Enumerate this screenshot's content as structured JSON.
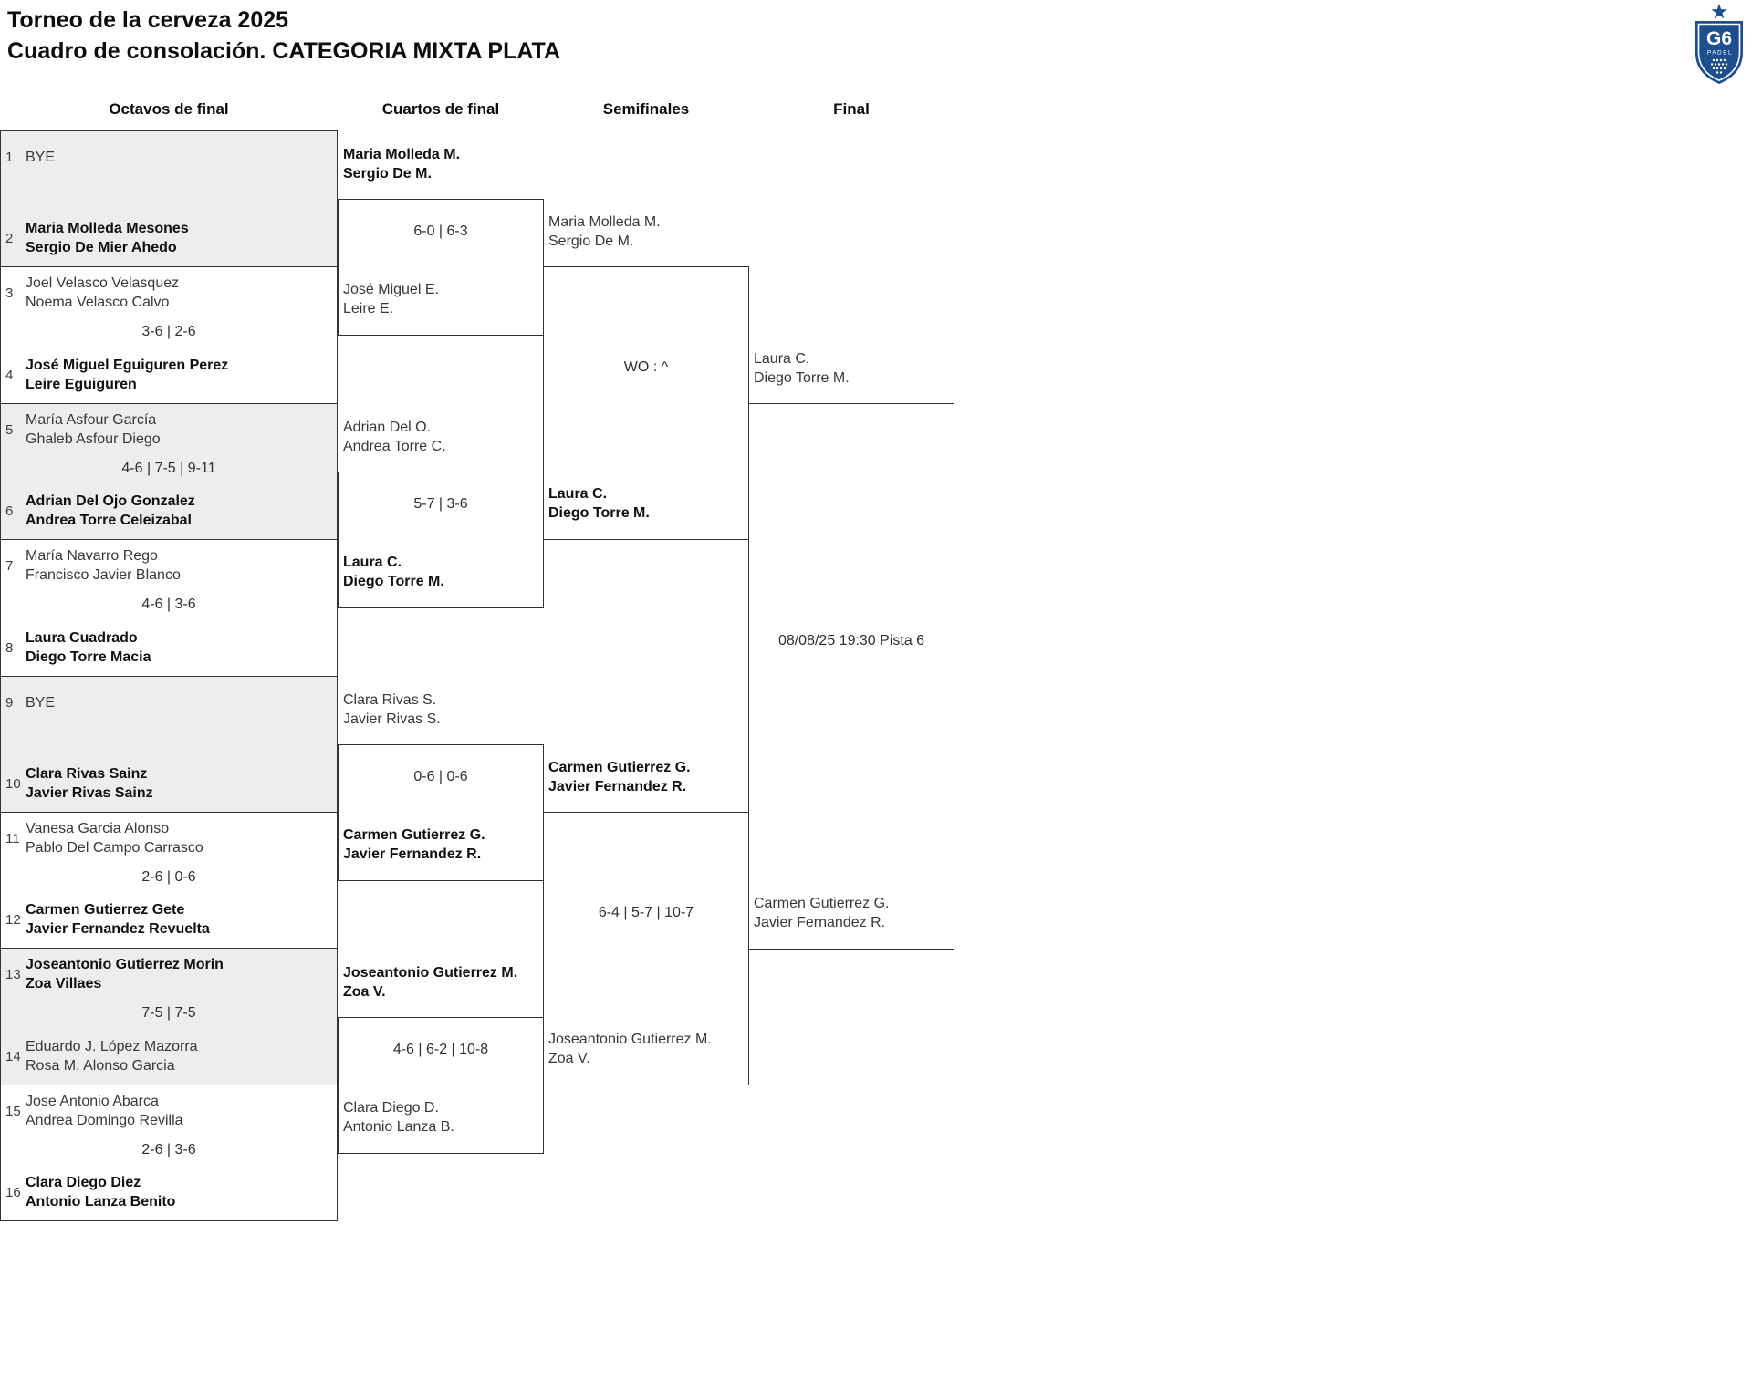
{
  "title": {
    "line1": "Torneo de la cerveza 2025",
    "line2": "Cuadro de consolación. CATEGORIA MIXTA PLATA"
  },
  "logo": {
    "monogram": "G6",
    "wordmark": "PADEL",
    "shield_color": "#1d4e8e"
  },
  "rounds": {
    "octavos": {
      "header": "Octavos de final",
      "matches": [
        {
          "seed_top": "1",
          "team_top": [
            "BYE",
            ""
          ],
          "top_bold": false,
          "score": "",
          "seed_bottom": "2",
          "team_bottom": [
            "Maria Molleda Mesones",
            "Sergio De Mier Ahedo"
          ],
          "bottom_bold": true
        },
        {
          "seed_top": "3",
          "team_top": [
            "Joel Velasco Velasquez",
            "Noema Velasco Calvo"
          ],
          "top_bold": false,
          "score": "3-6 | 2-6",
          "seed_bottom": "4",
          "team_bottom": [
            "José Miguel Eguiguren Perez",
            "Leire Eguiguren"
          ],
          "bottom_bold": true
        },
        {
          "seed_top": "5",
          "team_top": [
            "María Asfour García",
            "Ghaleb Asfour Diego"
          ],
          "top_bold": false,
          "score": "4-6 | 7-5 | 9-11",
          "seed_bottom": "6",
          "team_bottom": [
            "Adrian Del Ojo Gonzalez",
            "Andrea Torre Celeizabal"
          ],
          "bottom_bold": true
        },
        {
          "seed_top": "7",
          "team_top": [
            "María Navarro Rego",
            "Francisco Javier Blanco"
          ],
          "top_bold": false,
          "score": "4-6 | 3-6",
          "seed_bottom": "8",
          "team_bottom": [
            "Laura Cuadrado",
            "Diego Torre Macia"
          ],
          "bottom_bold": true
        },
        {
          "seed_top": "9",
          "team_top": [
            "BYE",
            ""
          ],
          "top_bold": false,
          "score": "",
          "seed_bottom": "10",
          "team_bottom": [
            "Clara Rivas Sainz",
            "Javier Rivas Sainz"
          ],
          "bottom_bold": true
        },
        {
          "seed_top": "11",
          "team_top": [
            "Vanesa Garcia Alonso",
            "Pablo Del Campo Carrasco"
          ],
          "top_bold": false,
          "score": "2-6 | 0-6",
          "seed_bottom": "12",
          "team_bottom": [
            "Carmen Gutierrez Gete",
            "Javier Fernandez Revuelta"
          ],
          "bottom_bold": true
        },
        {
          "seed_top": "13",
          "team_top": [
            "Joseantonio Gutierrez Morin",
            "Zoa Villaes"
          ],
          "top_bold": true,
          "score": "7-5 | 7-5",
          "seed_bottom": "14",
          "team_bottom": [
            "Eduardo J. López Mazorra",
            "Rosa M. Alonso Garcia"
          ],
          "bottom_bold": false
        },
        {
          "seed_top": "15",
          "team_top": [
            "Jose Antonio Abarca",
            "Andrea Domingo Revilla"
          ],
          "top_bold": false,
          "score": "2-6 | 3-6",
          "seed_bottom": "16",
          "team_bottom": [
            "Clara Diego Diez",
            "Antonio Lanza Benito"
          ],
          "bottom_bold": true
        }
      ]
    },
    "cuartos": {
      "header": "Cuartos de final",
      "matches": [
        {
          "team_top": [
            "Maria Molleda M.",
            "Sergio De M."
          ],
          "top_bold": true,
          "score": "6-0 | 6-3",
          "team_bottom": [
            "José Miguel E.",
            "Leire E."
          ],
          "bottom_bold": false
        },
        {
          "team_top": [
            "Adrian Del O.",
            "Andrea Torre C."
          ],
          "top_bold": false,
          "score": "5-7 | 3-6",
          "team_bottom": [
            "Laura C.",
            "Diego Torre M."
          ],
          "bottom_bold": true
        },
        {
          "team_top": [
            "Clara Rivas S.",
            "Javier Rivas S."
          ],
          "top_bold": false,
          "score": "0-6 | 0-6",
          "team_bottom": [
            "Carmen Gutierrez G.",
            "Javier Fernandez R."
          ],
          "bottom_bold": true
        },
        {
          "team_top": [
            "Joseantonio Gutierrez M.",
            "Zoa V."
          ],
          "top_bold": true,
          "score": "4-6 | 6-2 | 10-8",
          "team_bottom": [
            "Clara Diego D.",
            "Antonio Lanza B."
          ],
          "bottom_bold": false
        }
      ]
    },
    "semifinales": {
      "header": "Semifinales",
      "matches": [
        {
          "team_top": [
            "Maria Molleda M.",
            "Sergio De M."
          ],
          "top_bold": false,
          "score": "WO : ^",
          "team_bottom": [
            "Laura C.",
            "Diego Torre M."
          ],
          "bottom_bold": true
        },
        {
          "team_top": [
            "Carmen Gutierrez G.",
            "Javier Fernandez R."
          ],
          "top_bold": true,
          "score": "6-4 | 5-7 | 10-7",
          "team_bottom": [
            "Joseantonio Gutierrez M.",
            "Zoa V."
          ],
          "bottom_bold": false
        }
      ]
    },
    "final": {
      "header": "Final",
      "match": {
        "team_top": [
          "Laura C.",
          "Diego Torre M."
        ],
        "top_bold": false,
        "schedule": "08/08/25 19:30 Pista 6",
        "team_bottom": [
          "Carmen Gutierrez G.",
          "Javier Fernandez R."
        ],
        "bottom_bold": false
      }
    }
  }
}
